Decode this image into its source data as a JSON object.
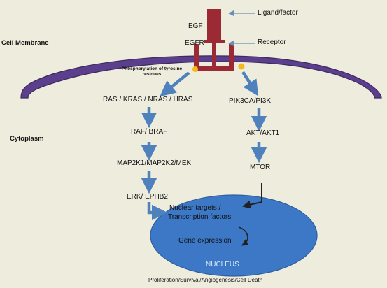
{
  "labels": {
    "cell_membrane": "Cell Membrane",
    "cytoplasm": "Cytoplasm",
    "egf": "EGF",
    "egfr": "EGFR",
    "ligand_factor": "Ligand/factor",
    "receptor": "Receptor",
    "phosphorylation_line1": "Phosphorylation of tyrosine",
    "phosphorylation_line2": "residues",
    "ras": "RAS / KRAS / NRAS / HRAS",
    "raf": "RAF/ BRAF",
    "map2k": "MAP2K1/MAP2K2/MEK",
    "erk": "ERK/ EPHB2",
    "pik3ca": "PIK3CA/PI3K",
    "akt": "AKT/AKT1",
    "mtor": "MTOR",
    "nuclear_line1": "Nuclear targets /",
    "nuclear_line2": "Transcription factors",
    "gene_expression": "Gene expression",
    "nucleus": "NUCLEUS",
    "outcome": "Proliferation/Survival/Angiogenesis/Cell Death"
  },
  "colors": {
    "background": "#eeecdd",
    "membrane": "#5b3f8c",
    "receptor": "#9b2a35",
    "phospho_dot": "#f5b91a",
    "arrow": "#4f81bd",
    "nucleus": "#3c78c6"
  }
}
